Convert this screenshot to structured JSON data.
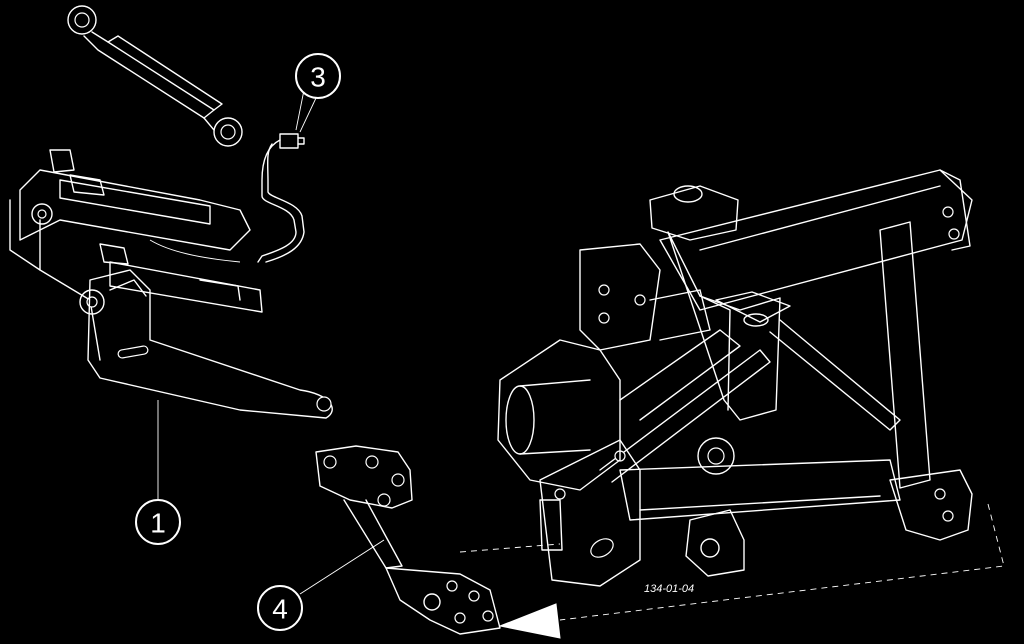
{
  "callouts": [
    {
      "label": "1"
    },
    {
      "label": "3"
    },
    {
      "label": "4"
    }
  ],
  "drawing_number": "134-01-04",
  "colors": {
    "background": "#000000",
    "line": "#ffffff"
  }
}
